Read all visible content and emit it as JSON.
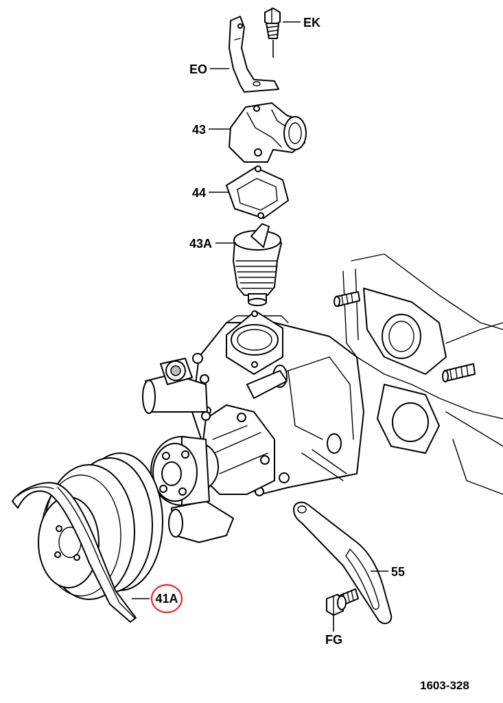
{
  "callouts": {
    "ek": "EK",
    "eo": "EO",
    "p43": "43",
    "p44": "44",
    "p43a": "43A",
    "p55": "55",
    "fg": "FG",
    "p41a": "41A"
  },
  "diagram_code": "1603-328",
  "colors": {
    "highlight_circle": "#e8262b",
    "ink": "#000000"
  }
}
